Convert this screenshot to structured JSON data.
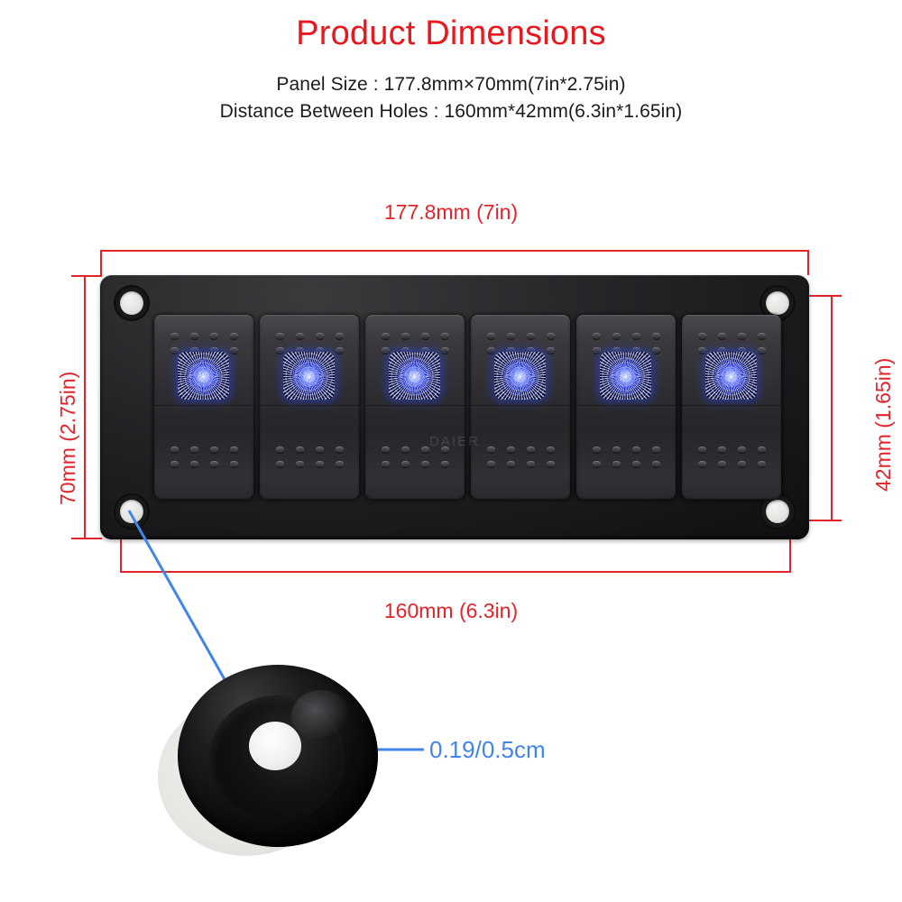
{
  "header": {
    "title": "Product Dimensions",
    "spec_lines": [
      "Panel Size : 177.8mm×70mm(7in*2.75in)",
      "Distance Between Holes : 160mm*42mm(6.3in*1.65in)"
    ]
  },
  "colors": {
    "title_red": "#E8191E",
    "dimension_red": "#E1242A",
    "callout_blue": "#4285E8",
    "panel_black": "#1b1b1e",
    "led_blue": "#2438E8"
  },
  "dimensions": {
    "top": {
      "label": "177.8mm (7in)",
      "meaning": "overall panel width"
    },
    "left": {
      "label": "70mm (2.75in)",
      "meaning": "overall panel height"
    },
    "right": {
      "label": "42mm (1.65in)",
      "meaning": "vertical distance between mounting holes"
    },
    "bottom": {
      "label": "160mm (6.3in)",
      "meaning": "horizontal distance between mounting holes"
    }
  },
  "callout": {
    "hole_diameter": "0.19/0.5cm",
    "detail_name": "mounting-hole-grommet"
  },
  "panel": {
    "watermark": "DAIER",
    "switch_count": 6,
    "hole_count": 4,
    "switches": [
      {
        "index": 1,
        "led": "on",
        "led_color": "blue"
      },
      {
        "index": 2,
        "led": "on",
        "led_color": "blue"
      },
      {
        "index": 3,
        "led": "on",
        "led_color": "blue"
      },
      {
        "index": 4,
        "led": "on",
        "led_color": "blue"
      },
      {
        "index": 5,
        "led": "on",
        "led_color": "blue"
      },
      {
        "index": 6,
        "led": "on",
        "led_color": "blue"
      }
    ]
  }
}
